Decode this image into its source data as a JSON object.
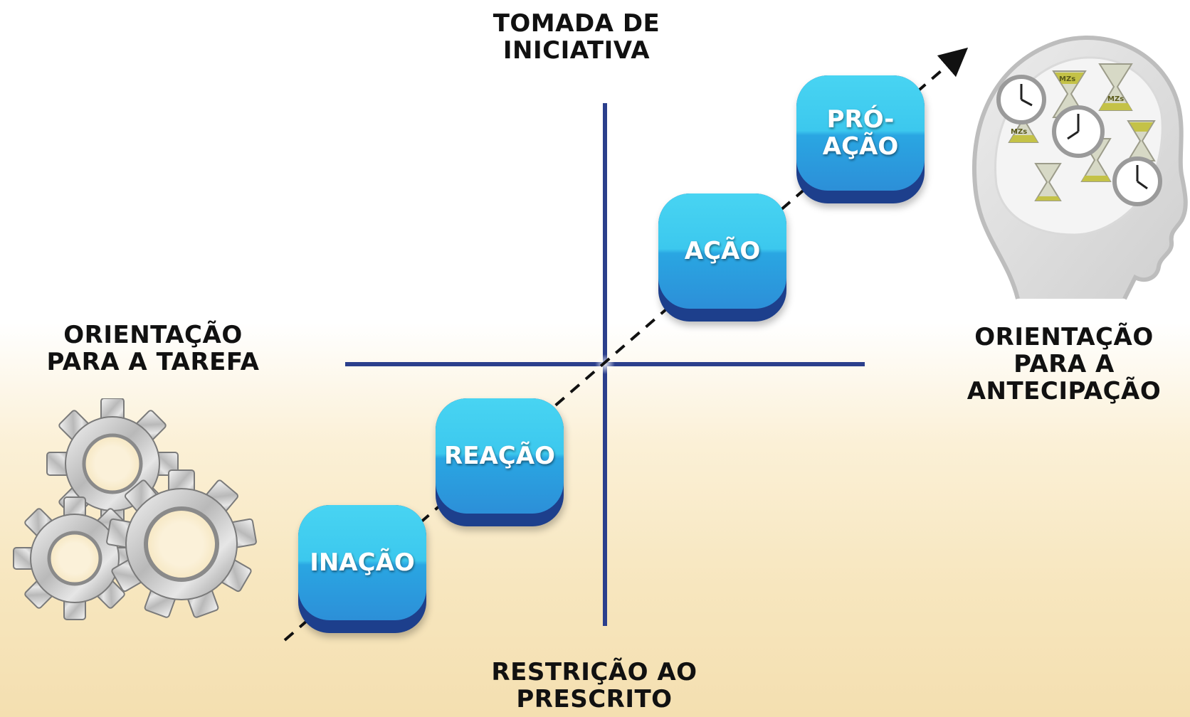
{
  "axes": {
    "top": [
      "TOMADA DE",
      "INICIATIVA"
    ],
    "bottom": [
      "RESTRIÇÃO AO",
      "PRESCRITO"
    ],
    "left": [
      "ORIENTAÇÃO",
      "PARA A TAREFA"
    ],
    "right": [
      "ORIENTAÇÃO",
      "PARA A",
      "ANTECIPAÇÃO"
    ]
  },
  "stages": {
    "inacao": [
      "INAÇÃO"
    ],
    "reacao": [
      "REAÇÃO"
    ],
    "acao": [
      "AÇÃO"
    ],
    "proacao": [
      "PRÓ-",
      "AÇÃO"
    ]
  },
  "head_tags": [
    "MZs"
  ],
  "icons": {
    "left": "gears-icon",
    "right": "head-with-clocks-icon"
  },
  "colors": {
    "axis": "#2b3f8c",
    "box_top": "#48d4f2",
    "box_bottom": "#2c8fd8",
    "box_base": "#1d3f8c",
    "arrow": "#111111"
  }
}
